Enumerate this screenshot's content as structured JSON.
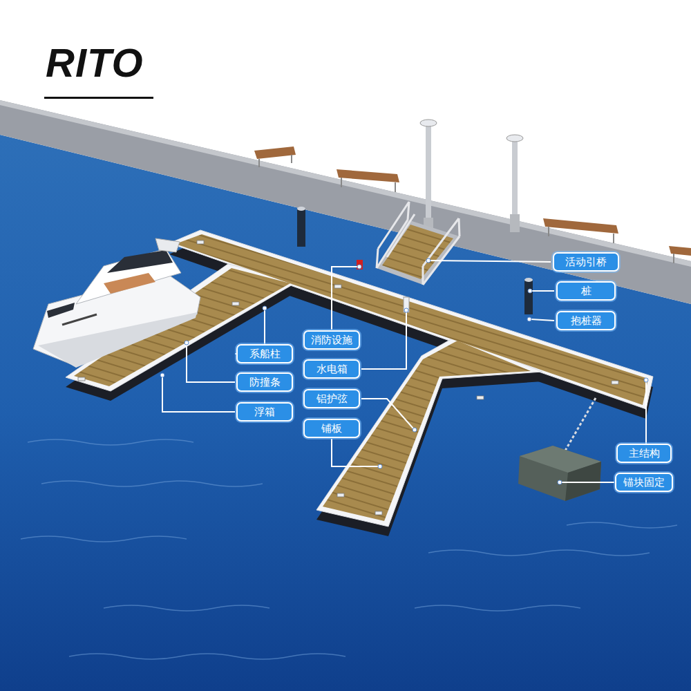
{
  "diagram": {
    "title": "RITO",
    "nodes": [
      {
        "text": [
          "活动引桥"
        ]
      },
      {
        "text": [
          "桩"
        ]
      },
      {
        "text": [
          "抱桩器"
        ]
      },
      {
        "text": [
          "消防设施"
        ]
      },
      {
        "text": [
          "系船柱"
        ]
      },
      {
        "text": [
          "水电箱"
        ]
      },
      {
        "text": [
          "防撞条"
        ]
      },
      {
        "text": [
          "铝护弦"
        ]
      },
      {
        "text": [
          "浮箱"
        ]
      },
      {
        "text": [
          "铺板"
        ]
      },
      {
        "text": [
          "主结构"
        ]
      },
      {
        "text": [
          "锚块固定"
        ]
      }
    ]
  }
}
